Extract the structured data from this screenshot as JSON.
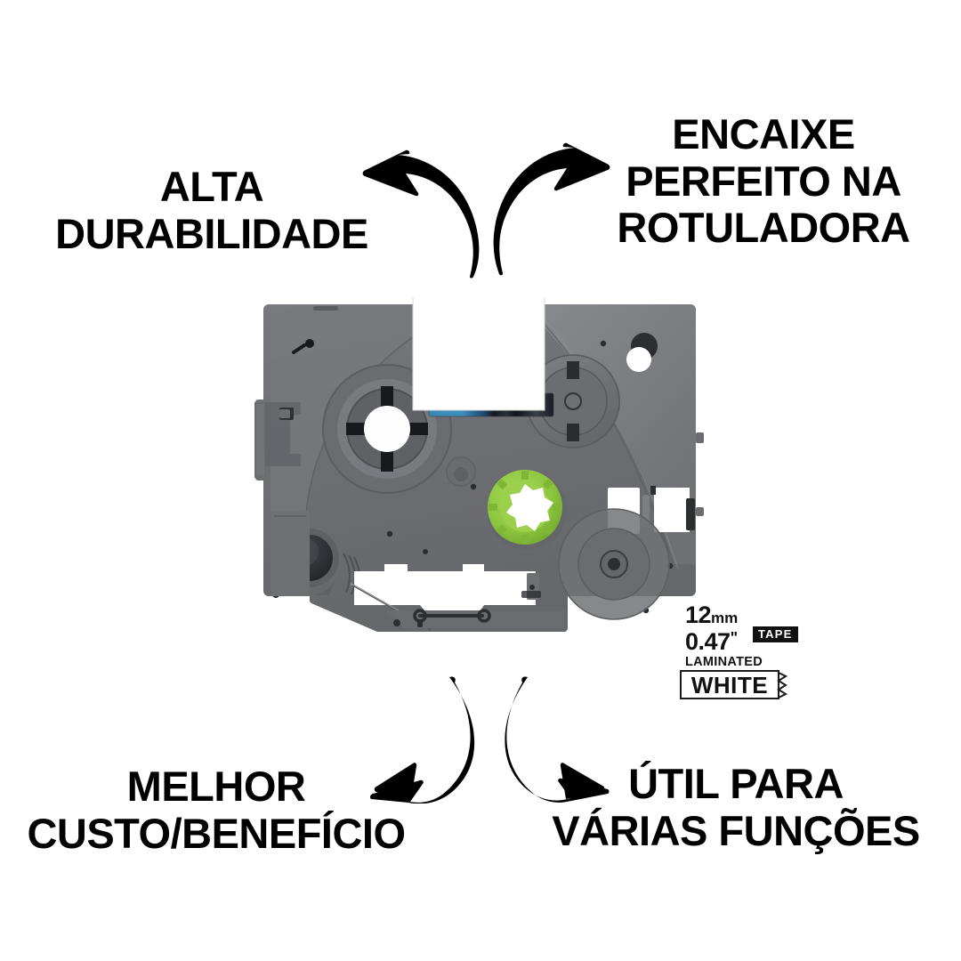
{
  "page": {
    "background_color": "#ffffff",
    "product": "label tape cassette",
    "language": "pt-BR"
  },
  "benefits": [
    {
      "id": "alta-durabilidade",
      "text": "ALTA\nDURABILIDADE",
      "position": "top-left"
    },
    {
      "id": "encaixe-perfeito",
      "text": "ENCAIXE\nPERFEITO NA\nROTULADORA",
      "position": "top-right"
    },
    {
      "id": "melhor-custo-beneficio",
      "text": "MELHOR\nCUSTO/BENEFÍCIO",
      "position": "bottom-left"
    },
    {
      "id": "util-varias-funcoes",
      "text": "ÚTIL PARA\nVÁRIAS FUNÇÕES",
      "position": "bottom-right"
    }
  ],
  "arrows": [
    {
      "id": "arrow-top-left",
      "direction": "up-left",
      "color": "#000000"
    },
    {
      "id": "arrow-top-right",
      "direction": "up-right",
      "color": "#000000"
    },
    {
      "id": "arrow-bottom-left",
      "direction": "down-left",
      "color": "#000000"
    },
    {
      "id": "arrow-bottom-right",
      "direction": "down-right",
      "color": "#000000"
    }
  ],
  "cassette": {
    "body_color": "#6e7074",
    "body_light": "#8b8d91",
    "body_dark": "#55575b",
    "gear_color": "#8cc63f",
    "tape_blue": "#2f7ca8",
    "tape_dark": "#16181d",
    "roller_color": "#2b2d30",
    "label": {
      "size_mm": "12",
      "size_unit": "mm",
      "size_in": "0.47",
      "size_in_unit": "\"",
      "laminated": "LAMINATED",
      "tape_badge": "TAPE",
      "color_name": "WHITE",
      "label_bg": "#ffffff",
      "text_color": "#111111"
    }
  }
}
